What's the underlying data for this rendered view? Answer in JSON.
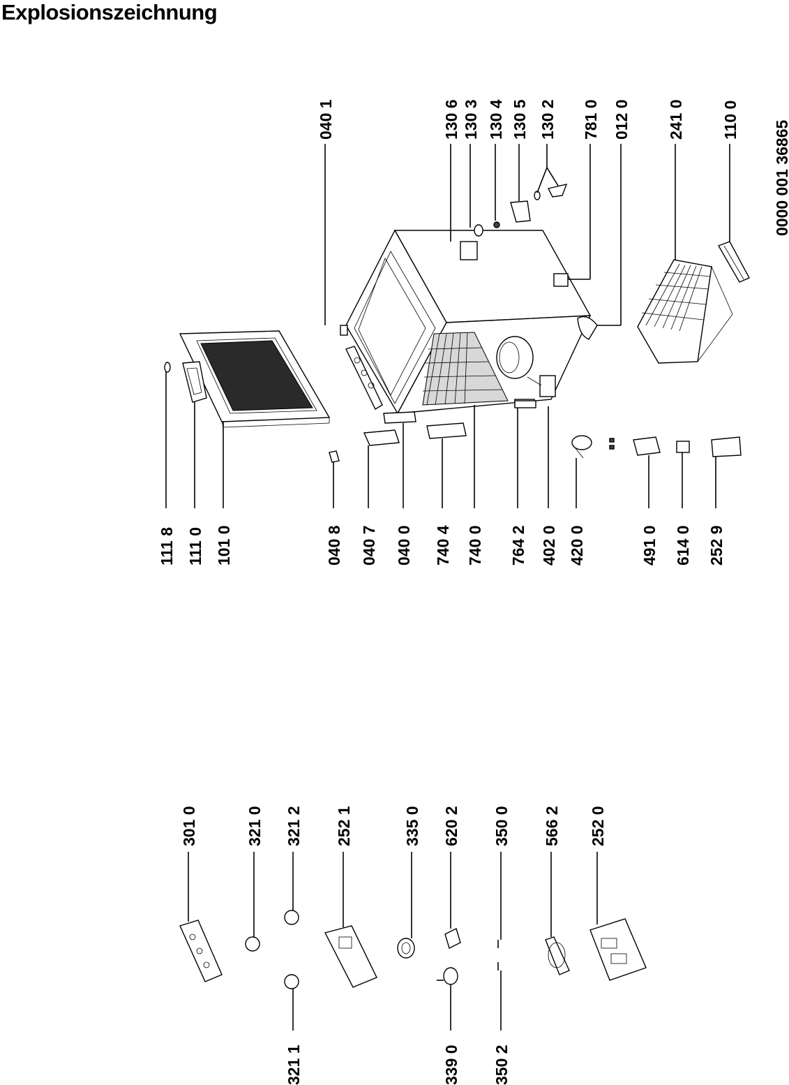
{
  "title": "Explosionszeichnung",
  "document_number": "0000 001 36865",
  "parts": {
    "p1118": "111 8",
    "p1110": "111 0",
    "p1010": "101 0",
    "p0408": "040 8",
    "p0407": "040 7",
    "p0400": "040 0",
    "p7404": "740 4",
    "p7400": "740 0",
    "p7642": "764 2",
    "p4020": "402 0",
    "p4200": "420 0",
    "p4910": "491 0",
    "p6140": "614 0",
    "p2529": "252 9",
    "p0401": "040 1",
    "p1306": "130 6",
    "p1303": "130 3",
    "p1304": "130 4",
    "p1305": "130 5",
    "p1302": "130 2",
    "p7810": "781 0",
    "p0120": "012 0",
    "p2410": "241 0",
    "p1100": "110 0",
    "p3010": "301 0",
    "p3210": "321 0",
    "p3212": "321 2",
    "p2521": "252 1",
    "p3350": "335 0",
    "p6202": "620 2",
    "p3500": "350 0",
    "p5662": "566 2",
    "p2520": "252 0",
    "p3211": "321 1",
    "p3390": "339 0",
    "p3502": "350 2"
  }
}
